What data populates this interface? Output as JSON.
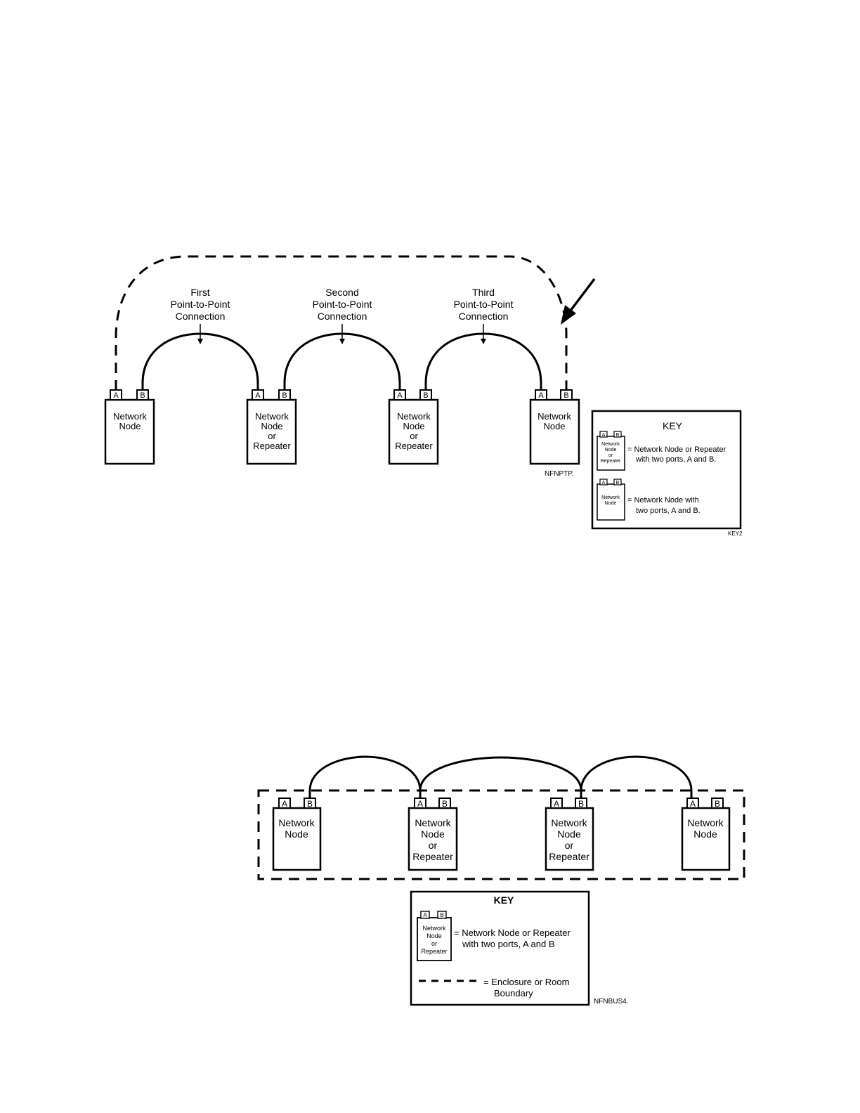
{
  "top_diagram": {
    "nodes": [
      {
        "lines": [
          "Network",
          "Node"
        ],
        "port_a": "A",
        "port_b": "B"
      },
      {
        "lines": [
          "Network",
          "Node",
          "or",
          "Repeater"
        ],
        "port_a": "A",
        "port_b": "B"
      },
      {
        "lines": [
          "Network",
          "Node",
          "or",
          "Repeater"
        ],
        "port_a": "A",
        "port_b": "B"
      },
      {
        "lines": [
          "Network",
          "Node"
        ],
        "port_a": "A",
        "port_b": "B"
      }
    ],
    "connection_labels": [
      [
        "First",
        "Point-to-Point",
        "Connection"
      ],
      [
        "Second",
        "Point-to-Point",
        "Connection"
      ],
      [
        "Third",
        "Point-to-Point",
        "Connection"
      ]
    ],
    "figure_id": "NFNPTP.",
    "key": {
      "title": "KEY",
      "items": [
        {
          "icon_lines": [
            "Network",
            "Node",
            "or",
            "Repeater"
          ],
          "port_a": "A",
          "port_b": "B",
          "desc_lines": [
            "= Network Node or Repeater",
            "with two ports, A and B."
          ]
        },
        {
          "icon_lines": [
            "Network",
            "Node"
          ],
          "port_a": "A",
          "port_b": "B",
          "desc_lines": [
            "= Network Node with",
            "two ports, A and B."
          ]
        }
      ],
      "figure_id": "KEY2"
    }
  },
  "bottom_diagram": {
    "nodes": [
      {
        "lines": [
          "Network",
          "Node"
        ],
        "port_a": "A",
        "port_b": "B"
      },
      {
        "lines": [
          "Network",
          "Node",
          "or",
          "Repeater"
        ],
        "port_a": "A",
        "port_b": "B"
      },
      {
        "lines": [
          "Network",
          "Node",
          "or",
          "Repeater"
        ],
        "port_a": "A",
        "port_b": "B"
      },
      {
        "lines": [
          "Network",
          "Node"
        ],
        "port_a": "A",
        "port_b": "B"
      }
    ],
    "key": {
      "title": "KEY",
      "node_icon_lines": [
        "Network",
        "Node",
        "or",
        "Repeater"
      ],
      "port_a": "A",
      "port_b": "B",
      "node_desc_lines": [
        "= Network Node or Repeater",
        "with two ports, A and B"
      ],
      "boundary_desc_lines": [
        "= Enclosure or Room",
        "Boundary"
      ]
    },
    "figure_id": "NFNBUS4."
  }
}
